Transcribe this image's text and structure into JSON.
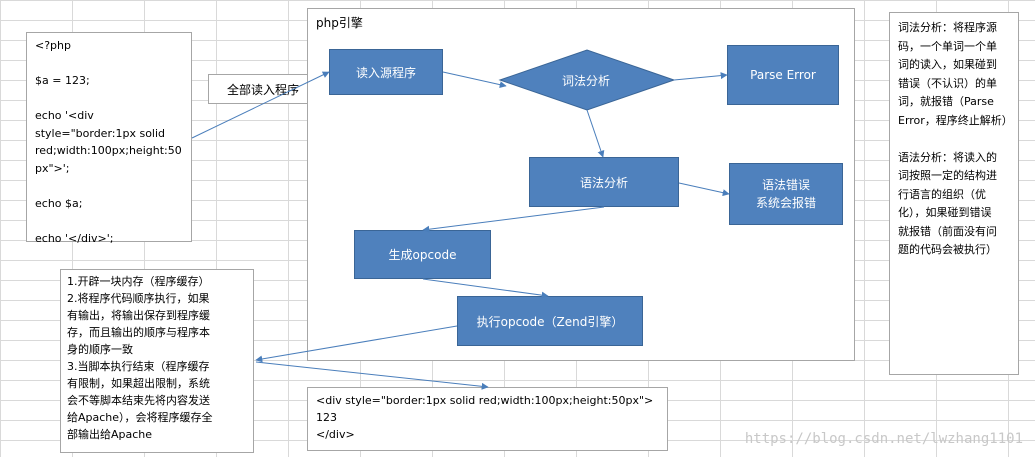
{
  "code_box": {
    "lines": [
      "<?php",
      "",
      "$a = 123;",
      "",
      "echo '<div",
      "style=\"border:1px solid",
      "red;width:100px;height:50",
      "px\">';",
      "",
      "echo $a;",
      "",
      "echo '</div>';"
    ]
  },
  "read_all_label": "全部读入程序",
  "engine": {
    "title": "php引擎",
    "read_source": "读入源程序",
    "lexical": "词法分析",
    "parse_error": "Parse Error",
    "syntax": "语法分析",
    "syntax_error_lines": [
      "语法错误",
      "系统会报错"
    ],
    "gen_opcode": "生成opcode",
    "exec_opcode": "执行opcode（Zend引擎）"
  },
  "buffer_note": {
    "lines": [
      "1.开辟一块内存（程序缓存）",
      "2.将程序代码顺序执行，如果",
      "有输出，将输出保存到程序缓",
      "存，而且输出的顺序与程序本",
      "身的顺序一致",
      "3.当脚本执行结束（程序缓存",
      "有限制，如果超出限制，系统",
      "会不等脚本结束先将内容发送",
      "给Apache），会将程序缓存全",
      "部输出给Apache"
    ]
  },
  "output_box": {
    "lines": [
      "<div style=\"border:1px solid red;width:100px;height:50px\">",
      "123",
      "</div>"
    ]
  },
  "analysis_note": {
    "lines": [
      "词法分析：将程序源",
      "码，一个单词一个单",
      "词的读入，如果碰到",
      "错误（不认识）的单",
      "词，就报错（Parse",
      "Error，程序终止解析）",
      "",
      "语法分析：将读入的",
      "词按照一定的结构进",
      "行语言的组织（优",
      "化），如果碰到错误",
      "就报错（前面没有问",
      "题的代码会被执行）"
    ]
  },
  "watermark": "https://blog.csdn.net/lwzhang1101",
  "colors": {
    "process_fill": "#4f81bd",
    "arrow": "#4a7ebb"
  }
}
